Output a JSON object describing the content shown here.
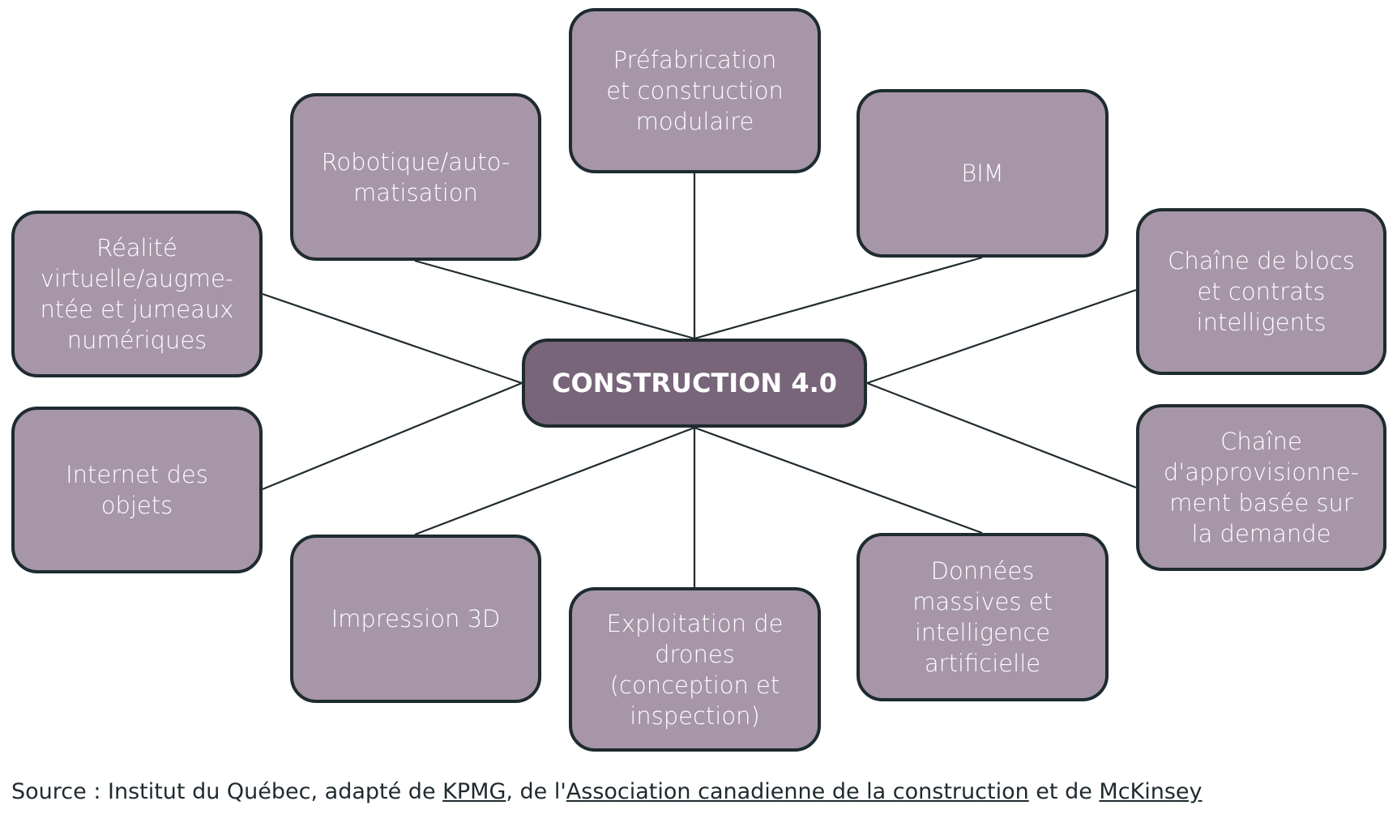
{
  "center": {
    "label": "CONSTRUCTION 4.0"
  },
  "nodes": {
    "prefabrication": "Préfabrication\net construction\nmodulaire",
    "robotique": "Robotique/auto-\nmatisation",
    "bim": "BIM",
    "realite": "Réalité\nvirtuelle/augme-\nntée et jumeaux\nnumériques",
    "chaine_blocs": "Chaîne de blocs\net contrats\nintelligents",
    "internet_objets": "Internet des\nobjets",
    "chaine_approvisionnement": "Chaîne\nd'approvisionne-\nment basée sur\nla demande",
    "impression_3d": "Impression 3D",
    "drones": "Exploitation de\ndrones\n(conception et\ninspection)",
    "donnees": "Données\nmassives et\nintelligence\nartificielle"
  },
  "source": {
    "prefix": "Source : Institut du Québec, adapté de ",
    "link1": "KPMG",
    "mid1": ", de l'",
    "link2": "Association canadienne de la construction",
    "mid2": " et de ",
    "link3": "McKinsey"
  },
  "colors": {
    "node_fill": "#a696a8",
    "center_fill": "#786579",
    "border": "#1e2b2f",
    "text": "#ffffff"
  }
}
